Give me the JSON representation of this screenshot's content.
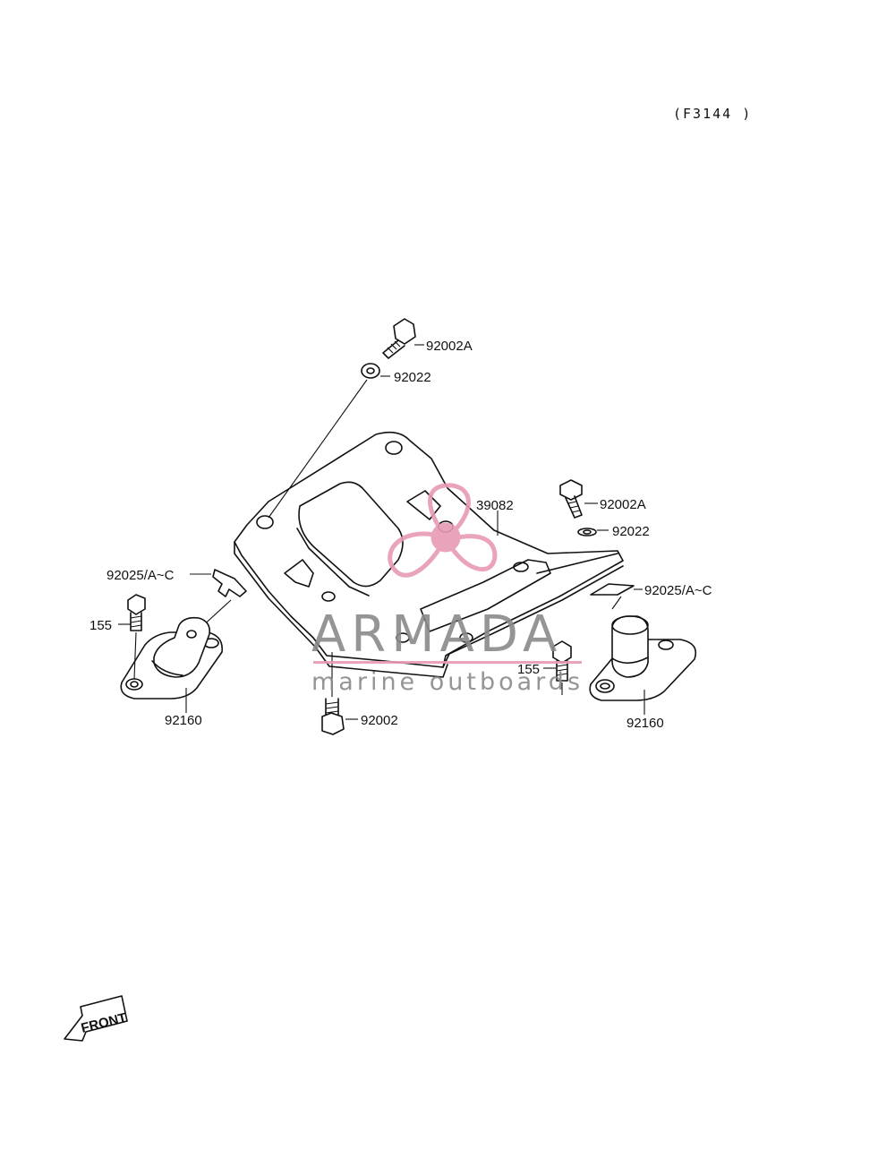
{
  "diagram": {
    "reference_code": "(F3144 )",
    "front_label": "FRONT",
    "watermark": {
      "brand": "ARMADA",
      "tagline": "marine outboards",
      "accent_color": "#e79ab3",
      "text_color": "#8a8a8a"
    },
    "part_labels": {
      "bolt_top": "92002A",
      "washer_top": "92022",
      "bracket": "39082",
      "bolt_right": "92002A",
      "washer_right": "92022",
      "clip_right": "92025/A~C",
      "clip_left": "92025/A~C",
      "bolt_left_small": "155",
      "bolt_right_small": "155",
      "mount_left": "92160",
      "mount_right": "92160",
      "bolt_bottom": "92002"
    }
  }
}
